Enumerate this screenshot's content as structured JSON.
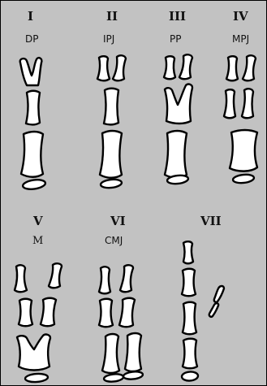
{
  "panels": {
    "I": {
      "numeral": "I",
      "label": "DP"
    },
    "II": {
      "numeral": "II",
      "label": "IPJ"
    },
    "III": {
      "numeral": "III",
      "label": "PP"
    },
    "IV": {
      "numeral": "IV",
      "label": "MPJ"
    },
    "V": {
      "numeral": "V",
      "label": "M"
    },
    "VI": {
      "numeral": "VI",
      "label": "CMJ"
    },
    "VII": {
      "numeral": "VII",
      "label": ""
    }
  },
  "colors": {
    "background": "#c2c2c2",
    "bone_fill": "#ffffff",
    "outline": "#000000"
  }
}
